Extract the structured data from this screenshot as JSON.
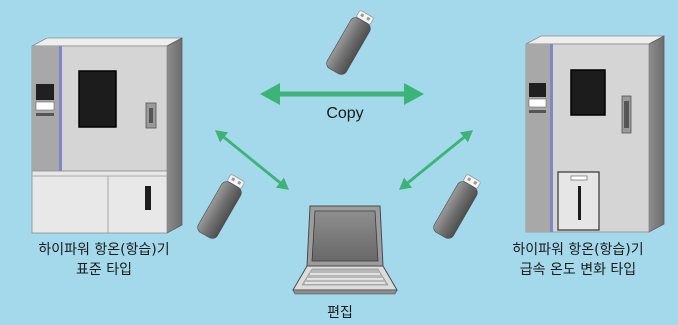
{
  "colors": {
    "background": "#a3d9ea",
    "arrow": "#3cb478",
    "chamber_body": "#d5d5d5",
    "usb_body": "#7c7c7c",
    "laptop_body": "#9c9c9c"
  },
  "icons": [
    "chamber-standard-icon",
    "chamber-rapid-icon",
    "laptop-icon",
    "usb-drive-icon",
    "double-arrow-icon"
  ],
  "labels": {
    "copy": "Copy",
    "left_chamber": [
      "하이파워 항온(항습)기",
      "표준 타입"
    ],
    "right_chamber": [
      "하이파워 항온(항습)기",
      "급속 온도 변화  타입"
    ],
    "laptop": "편집"
  }
}
